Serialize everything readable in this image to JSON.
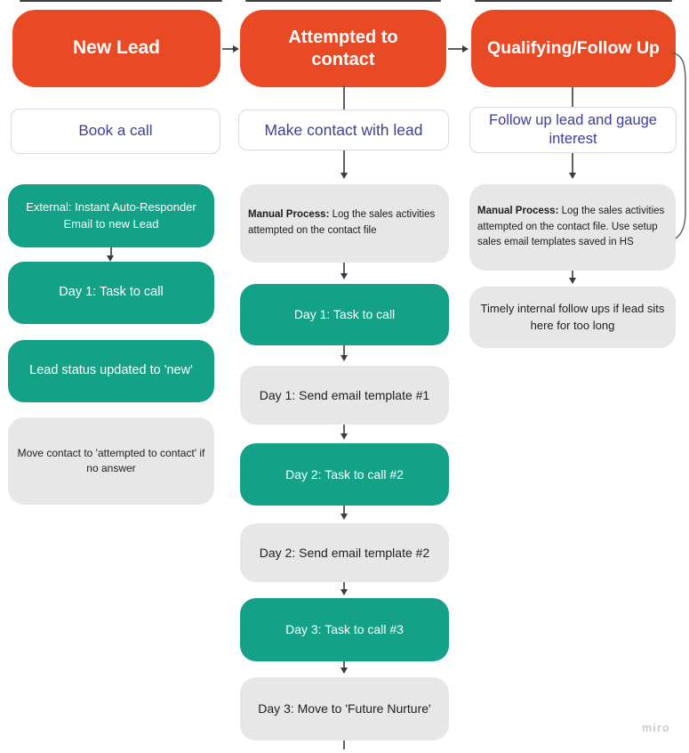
{
  "watermark": "miro",
  "colors": {
    "header_bg": "#e94a26",
    "node_green": "#13a287",
    "node_gray": "#e7e7e7",
    "goal_text": "#3b3f99",
    "goal_border": "#d9d9e3",
    "connector": "#5f5f5f"
  },
  "columns": [
    {
      "header": "New Lead",
      "goal": "Book a call",
      "steps": {
        "auto_responder": "External: Instant Auto-Responder\nEmail to new Lead",
        "day1_task": "Day 1: Task to call",
        "lead_status": "Lead status updated to 'new'",
        "move_contact": "Move contact to 'attempted to contact' if\nno answer"
      }
    },
    {
      "header": "Attempted to\ncontact",
      "goal": "Make contact with lead",
      "note_bold": "Manual Process:",
      "note_rest": " Log the sales activities\nattempted on the contact file",
      "steps": {
        "day1_task": "Day 1: Task to call",
        "day1_email": "Day 1: Send email template #1",
        "day2_task": "Day 2: Task to call #2",
        "day2_email": "Day 2: Send email template #2",
        "day3_task": "Day 3: Task to call #3",
        "day3_move": "Day 3: Move to 'Future Nurture'"
      }
    },
    {
      "header": "Qualifying/Follow Up",
      "goal": "Follow up lead and gauge\ninterest",
      "note_bold": "Manual Process:",
      "note_rest": " Log the sales activities\nattempted on the contact file. Use setup\nsales email templates saved in HS",
      "steps": {
        "timely_followups": "Timely internal follow ups if lead sits\nhere for too long"
      }
    }
  ]
}
